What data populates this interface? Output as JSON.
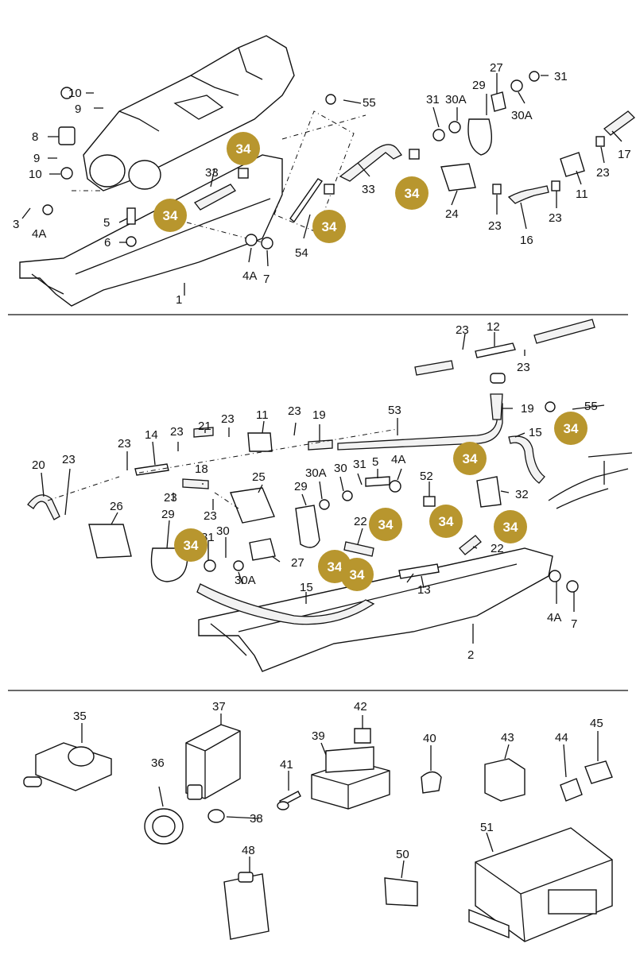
{
  "badge": {
    "text": "34",
    "color": "#b8962e"
  },
  "colors": {
    "line": "#111111",
    "background": "#ffffff"
  },
  "labels": [
    {
      "id": "1",
      "text": "1"
    },
    {
      "id": "2",
      "text": "2"
    },
    {
      "id": "3",
      "text": "3"
    },
    {
      "id": "4A",
      "text": "4A"
    },
    {
      "id": "5",
      "text": "5"
    },
    {
      "id": "6",
      "text": "6"
    },
    {
      "id": "7",
      "text": "7"
    },
    {
      "id": "8",
      "text": "8"
    },
    {
      "id": "9",
      "text": "9"
    },
    {
      "id": "10",
      "text": "10"
    },
    {
      "id": "11",
      "text": "11"
    },
    {
      "id": "12",
      "text": "12"
    },
    {
      "id": "13",
      "text": "13"
    },
    {
      "id": "14",
      "text": "14"
    },
    {
      "id": "15",
      "text": "15"
    },
    {
      "id": "16",
      "text": "16"
    },
    {
      "id": "17",
      "text": "17"
    },
    {
      "id": "18",
      "text": "18"
    },
    {
      "id": "19",
      "text": "19"
    },
    {
      "id": "20",
      "text": "20"
    },
    {
      "id": "21",
      "text": "21"
    },
    {
      "id": "22",
      "text": "22"
    },
    {
      "id": "23",
      "text": "23"
    },
    {
      "id": "24",
      "text": "24"
    },
    {
      "id": "25",
      "text": "25"
    },
    {
      "id": "26",
      "text": "26"
    },
    {
      "id": "27",
      "text": "27"
    },
    {
      "id": "29",
      "text": "29"
    },
    {
      "id": "30",
      "text": "30"
    },
    {
      "id": "30A",
      "text": "30A"
    },
    {
      "id": "31",
      "text": "31"
    },
    {
      "id": "32",
      "text": "32"
    },
    {
      "id": "33",
      "text": "33"
    },
    {
      "id": "35",
      "text": "35"
    },
    {
      "id": "36",
      "text": "36"
    },
    {
      "id": "37",
      "text": "37"
    },
    {
      "id": "38",
      "text": "38"
    },
    {
      "id": "39",
      "text": "39"
    },
    {
      "id": "40",
      "text": "40"
    },
    {
      "id": "41",
      "text": "41"
    },
    {
      "id": "42",
      "text": "42"
    },
    {
      "id": "43",
      "text": "43"
    },
    {
      "id": "44",
      "text": "44"
    },
    {
      "id": "45",
      "text": "45"
    },
    {
      "id": "48",
      "text": "48"
    },
    {
      "id": "50",
      "text": "50"
    },
    {
      "id": "51",
      "text": "51"
    },
    {
      "id": "52",
      "text": "52"
    },
    {
      "id": "53",
      "text": "53"
    },
    {
      "id": "54",
      "text": "54"
    },
    {
      "id": "55",
      "text": "55"
    }
  ]
}
